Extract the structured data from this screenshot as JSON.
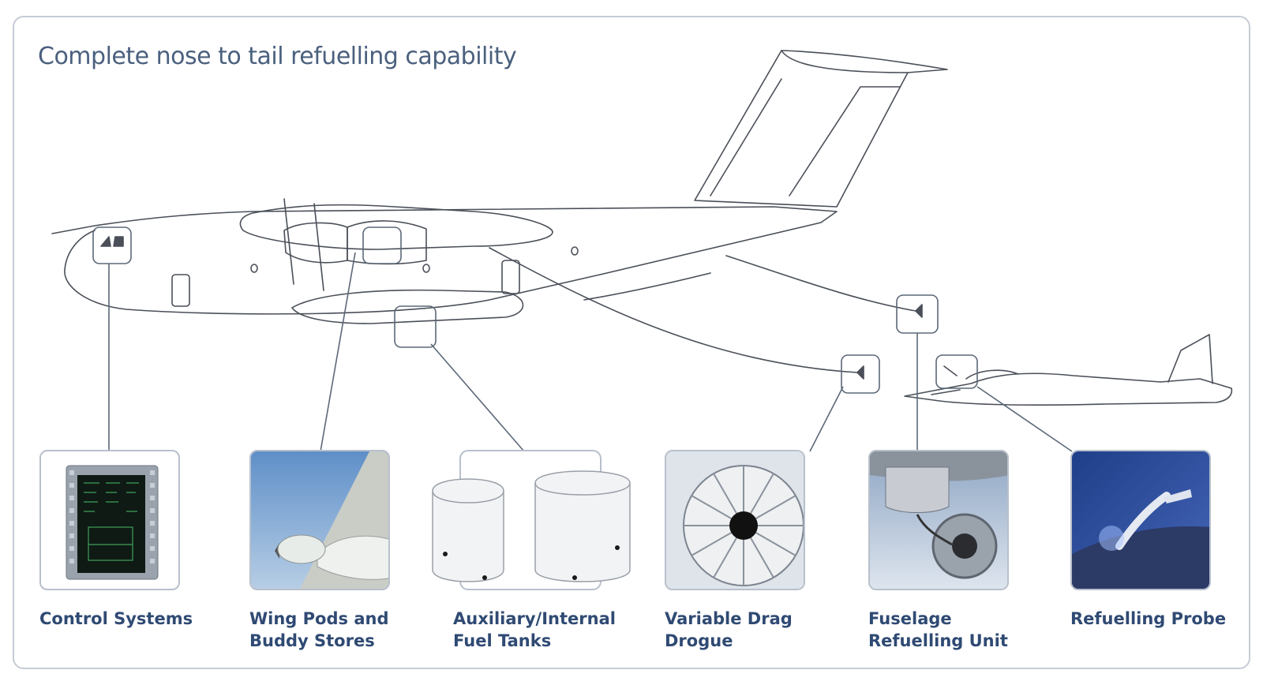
{
  "title": "Complete nose to tail refuelling capability",
  "items": [
    {
      "name": "control-systems",
      "line1": "Control Systems",
      "line2": ""
    },
    {
      "name": "wing-pods",
      "line1": "Wing Pods and",
      "line2": "Buddy Stores"
    },
    {
      "name": "fuel-tanks",
      "line1": "Auxiliary/Internal",
      "line2": "Fuel Tanks"
    },
    {
      "name": "variable-drag-drogue",
      "line1": "Variable Drag",
      "line2": "Drogue"
    },
    {
      "name": "fuselage-refuelling-unit",
      "line1": "Fuselage",
      "line2": "Refuelling Unit"
    },
    {
      "name": "refuelling-probe",
      "line1": "Refuelling Probe",
      "line2": ""
    }
  ],
  "colors": {
    "frame": "#c6ccd6",
    "callout": "#5c6878",
    "label": "#2f4a73",
    "title": "#4a607e"
  }
}
